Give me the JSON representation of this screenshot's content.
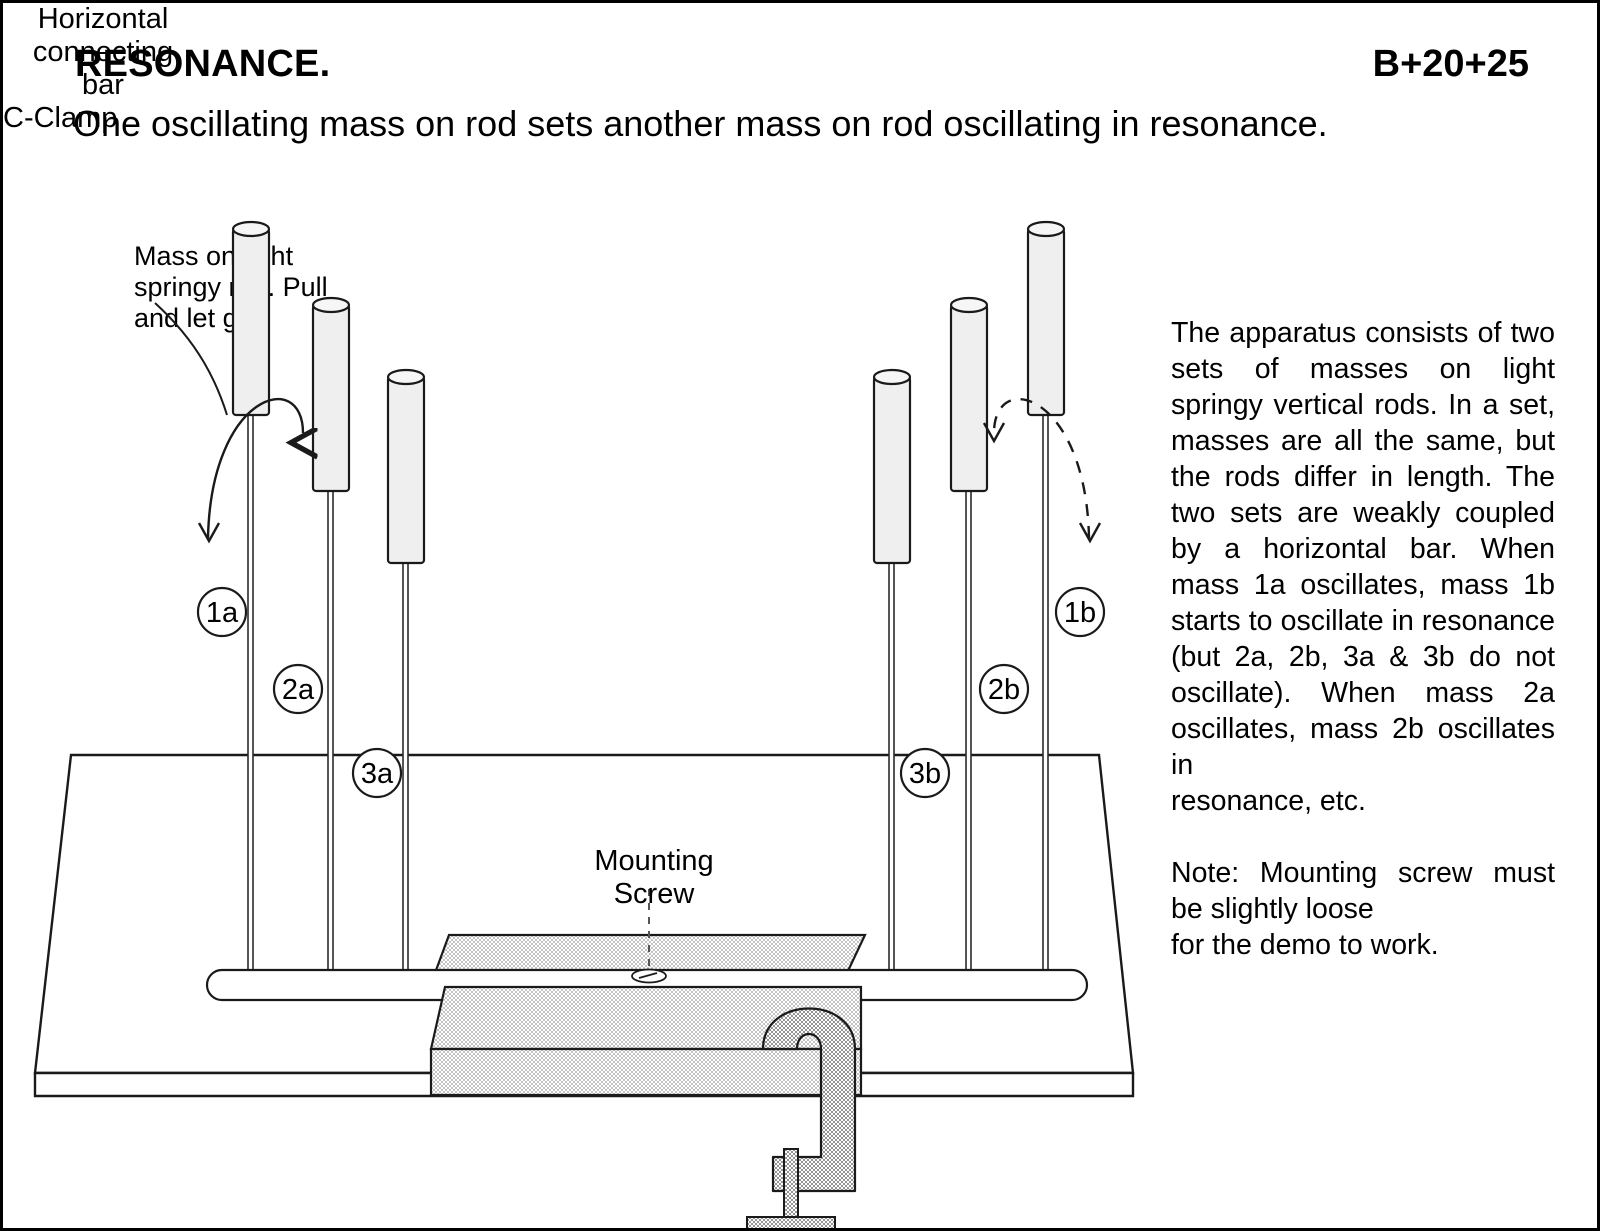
{
  "header": {
    "title": "RESONANCE.",
    "code": "B+20+25",
    "subtitle": "One oscillating mass on rod sets another mass on rod oscillating in resonance."
  },
  "annotations": {
    "left_note_lines": [
      "Mass on light",
      "springy rod. Pull",
      "and let go."
    ],
    "mounting_screw_line1": "Mounting",
    "mounting_screw_line2": "Screw",
    "horizontal_bar_line1": "Horizontal",
    "horizontal_bar_line2": "connecting",
    "horizontal_bar_line3": "bar",
    "c_clamp": "C-Clamp"
  },
  "labels": {
    "a1": "1a",
    "a2": "2a",
    "a3": "3a",
    "b1": "1b",
    "b2": "2b",
    "b3": "3b"
  },
  "description": {
    "paragraph1": "The apparatus consists of two sets of masses on light springy vertical rods.  In a set, masses are all the same,  but the rods differ in length. The two sets are weakly coupled by a horizontal bar.  When mass 1a oscillates, mass 1b starts to oscillate in resonance (but 2a, 2b, 3a & 3b do not oscillate).  When mass 2a oscillates, mass 2b oscillates in",
    "paragraph1_tail": "resonance, etc.",
    "paragraph2": "Note: Mounting screw must be slightly loose",
    "paragraph2_tail": "for the demo to work."
  },
  "colors": {
    "ink": "#000000",
    "mass_fill": "#efefef",
    "block_fill": "#e3e3e3",
    "clamp_fill": "#d9d9d9",
    "page_bg": "#ffffff"
  }
}
